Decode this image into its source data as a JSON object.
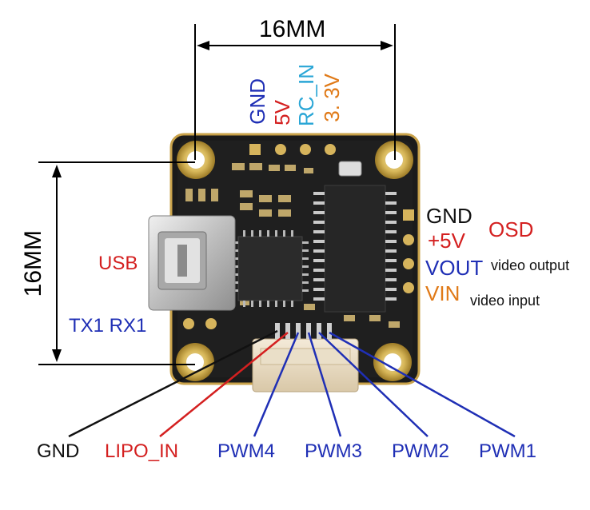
{
  "dimensions": {
    "width_label": "16MM",
    "height_label": "16MM"
  },
  "top_pins": [
    {
      "label": "GND",
      "color": "#1f2fb5"
    },
    {
      "label": "5V",
      "color": "#d42020"
    },
    {
      "label": "RC_IN",
      "color": "#2aa6d6"
    },
    {
      "label": "3. 3V",
      "color": "#e07a18"
    }
  ],
  "right_pins": [
    {
      "label": "GND",
      "color": "#111111"
    },
    {
      "label": "+5V",
      "color": "#d42020"
    },
    {
      "label": "VOUT",
      "color": "#1f2fb5",
      "note": "video output"
    },
    {
      "label": "VIN",
      "color": "#e07a18",
      "note": "video input"
    }
  ],
  "osd_label": {
    "label": "OSD",
    "color": "#d42020"
  },
  "left_labels": {
    "usb": {
      "label": "USB",
      "color": "#d42020"
    },
    "uart": {
      "label": "TX1 RX1",
      "color": "#1f2fb5"
    }
  },
  "bottom_pins": [
    {
      "label": "GND",
      "color": "#111111"
    },
    {
      "label": "LIPO_IN",
      "color": "#d42020"
    },
    {
      "label": "PWM4",
      "color": "#1f2fb5"
    },
    {
      "label": "PWM3",
      "color": "#1f2fb5"
    },
    {
      "label": "PWM2",
      "color": "#1f2fb5"
    },
    {
      "label": "PWM1",
      "color": "#1f2fb5"
    }
  ],
  "colors": {
    "pcb": "#1d1d1d",
    "pad_gold": "#c9a24a",
    "metal": "#c7c7c7",
    "connector": "#e9dcc6"
  }
}
